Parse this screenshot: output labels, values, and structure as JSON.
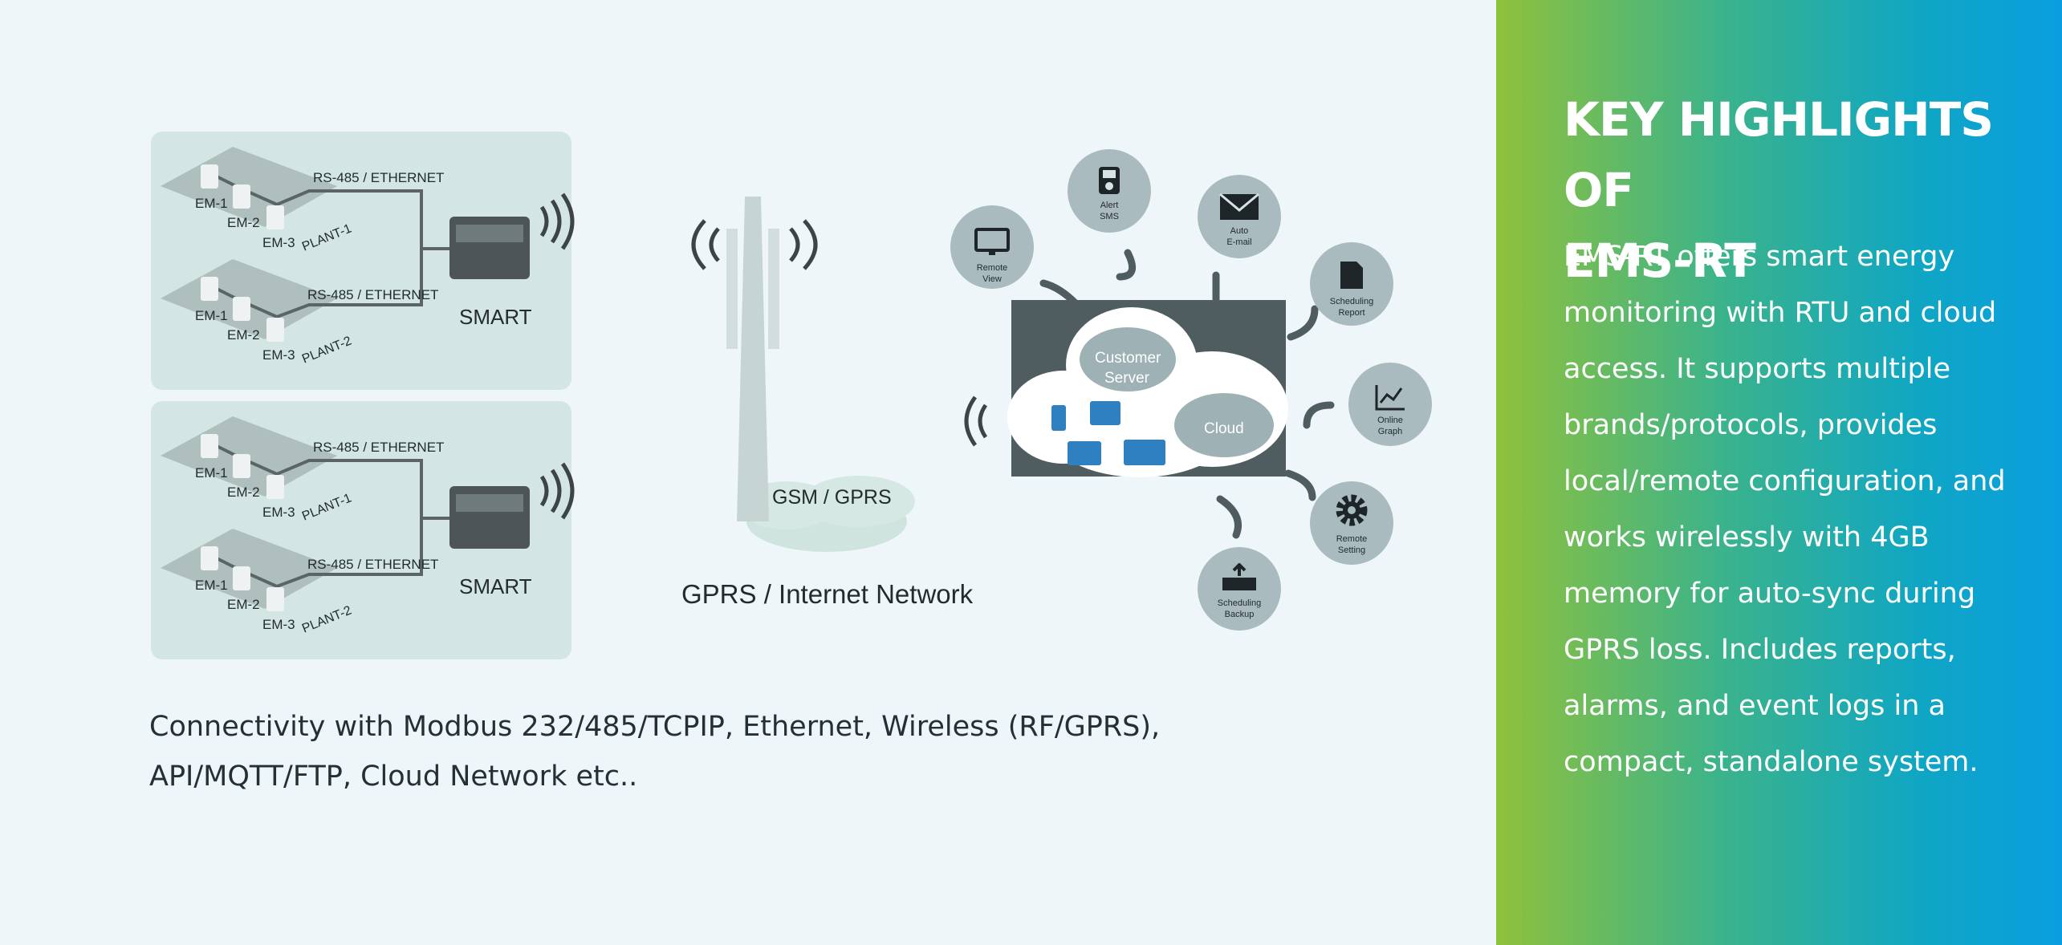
{
  "plants": [
    {
      "meters": [
        "EM-1",
        "EM-2",
        "EM-3"
      ],
      "plant_label": "PLANT-1",
      "link_label": "RS-485 / ETHERNET"
    },
    {
      "meters": [
        "EM-1",
        "EM-2",
        "EM-3"
      ],
      "plant_label": "PLANT-2",
      "link_label": "RS-485 / ETHERNET"
    }
  ],
  "device_label": "SMART",
  "network": {
    "tower_label": "GSM / GPRS",
    "caption": "GPRS / Internet Network"
  },
  "cloud": {
    "server_label": [
      "Customer",
      "Server"
    ],
    "cloud_label": "Cloud"
  },
  "features": [
    {
      "icon": "remote-view-icon",
      "lines": [
        "Remote",
        "View"
      ]
    },
    {
      "icon": "alert-sms-icon",
      "lines": [
        "Alert",
        "SMS"
      ]
    },
    {
      "icon": "auto-email-icon",
      "lines": [
        "Auto",
        "E-mail"
      ]
    },
    {
      "icon": "scheduling-report-icon",
      "lines": [
        "Scheduling",
        "Report"
      ]
    },
    {
      "icon": "online-graph-icon",
      "lines": [
        "Online",
        "Graph"
      ]
    },
    {
      "icon": "remote-setting-icon",
      "lines": [
        "Remote",
        "Setting"
      ]
    },
    {
      "icon": "scheduling-backup-icon",
      "lines": [
        "Scheduling",
        "Backup"
      ]
    }
  ],
  "connectivity_text": [
    "Connectivity with Modbus 232/485/TCPIP, Ethernet, Wireless (RF/GPRS),",
    "API/MQTT/FTP, Cloud Network etc.."
  ],
  "highlights": {
    "title": [
      "KEY HIGHLIGHTS OF",
      "EMS-RT"
    ],
    "body": "EMS-RT offers smart energy monitoring with RTU and cloud access. It supports multiple brands/protocols, provides local/remote configuration, and works wirelessly with 4GB memory for auto-sync during GPRS loss. Includes reports, alarms, and event logs in a compact, standalone system."
  },
  "colors": {
    "panel_start": "#8fc13b",
    "panel_end": "#0a9ee0",
    "plant_box": "#d3e6e4",
    "cloud_dark": "#4f5d60",
    "feature_circle": "#a9bbbe"
  }
}
